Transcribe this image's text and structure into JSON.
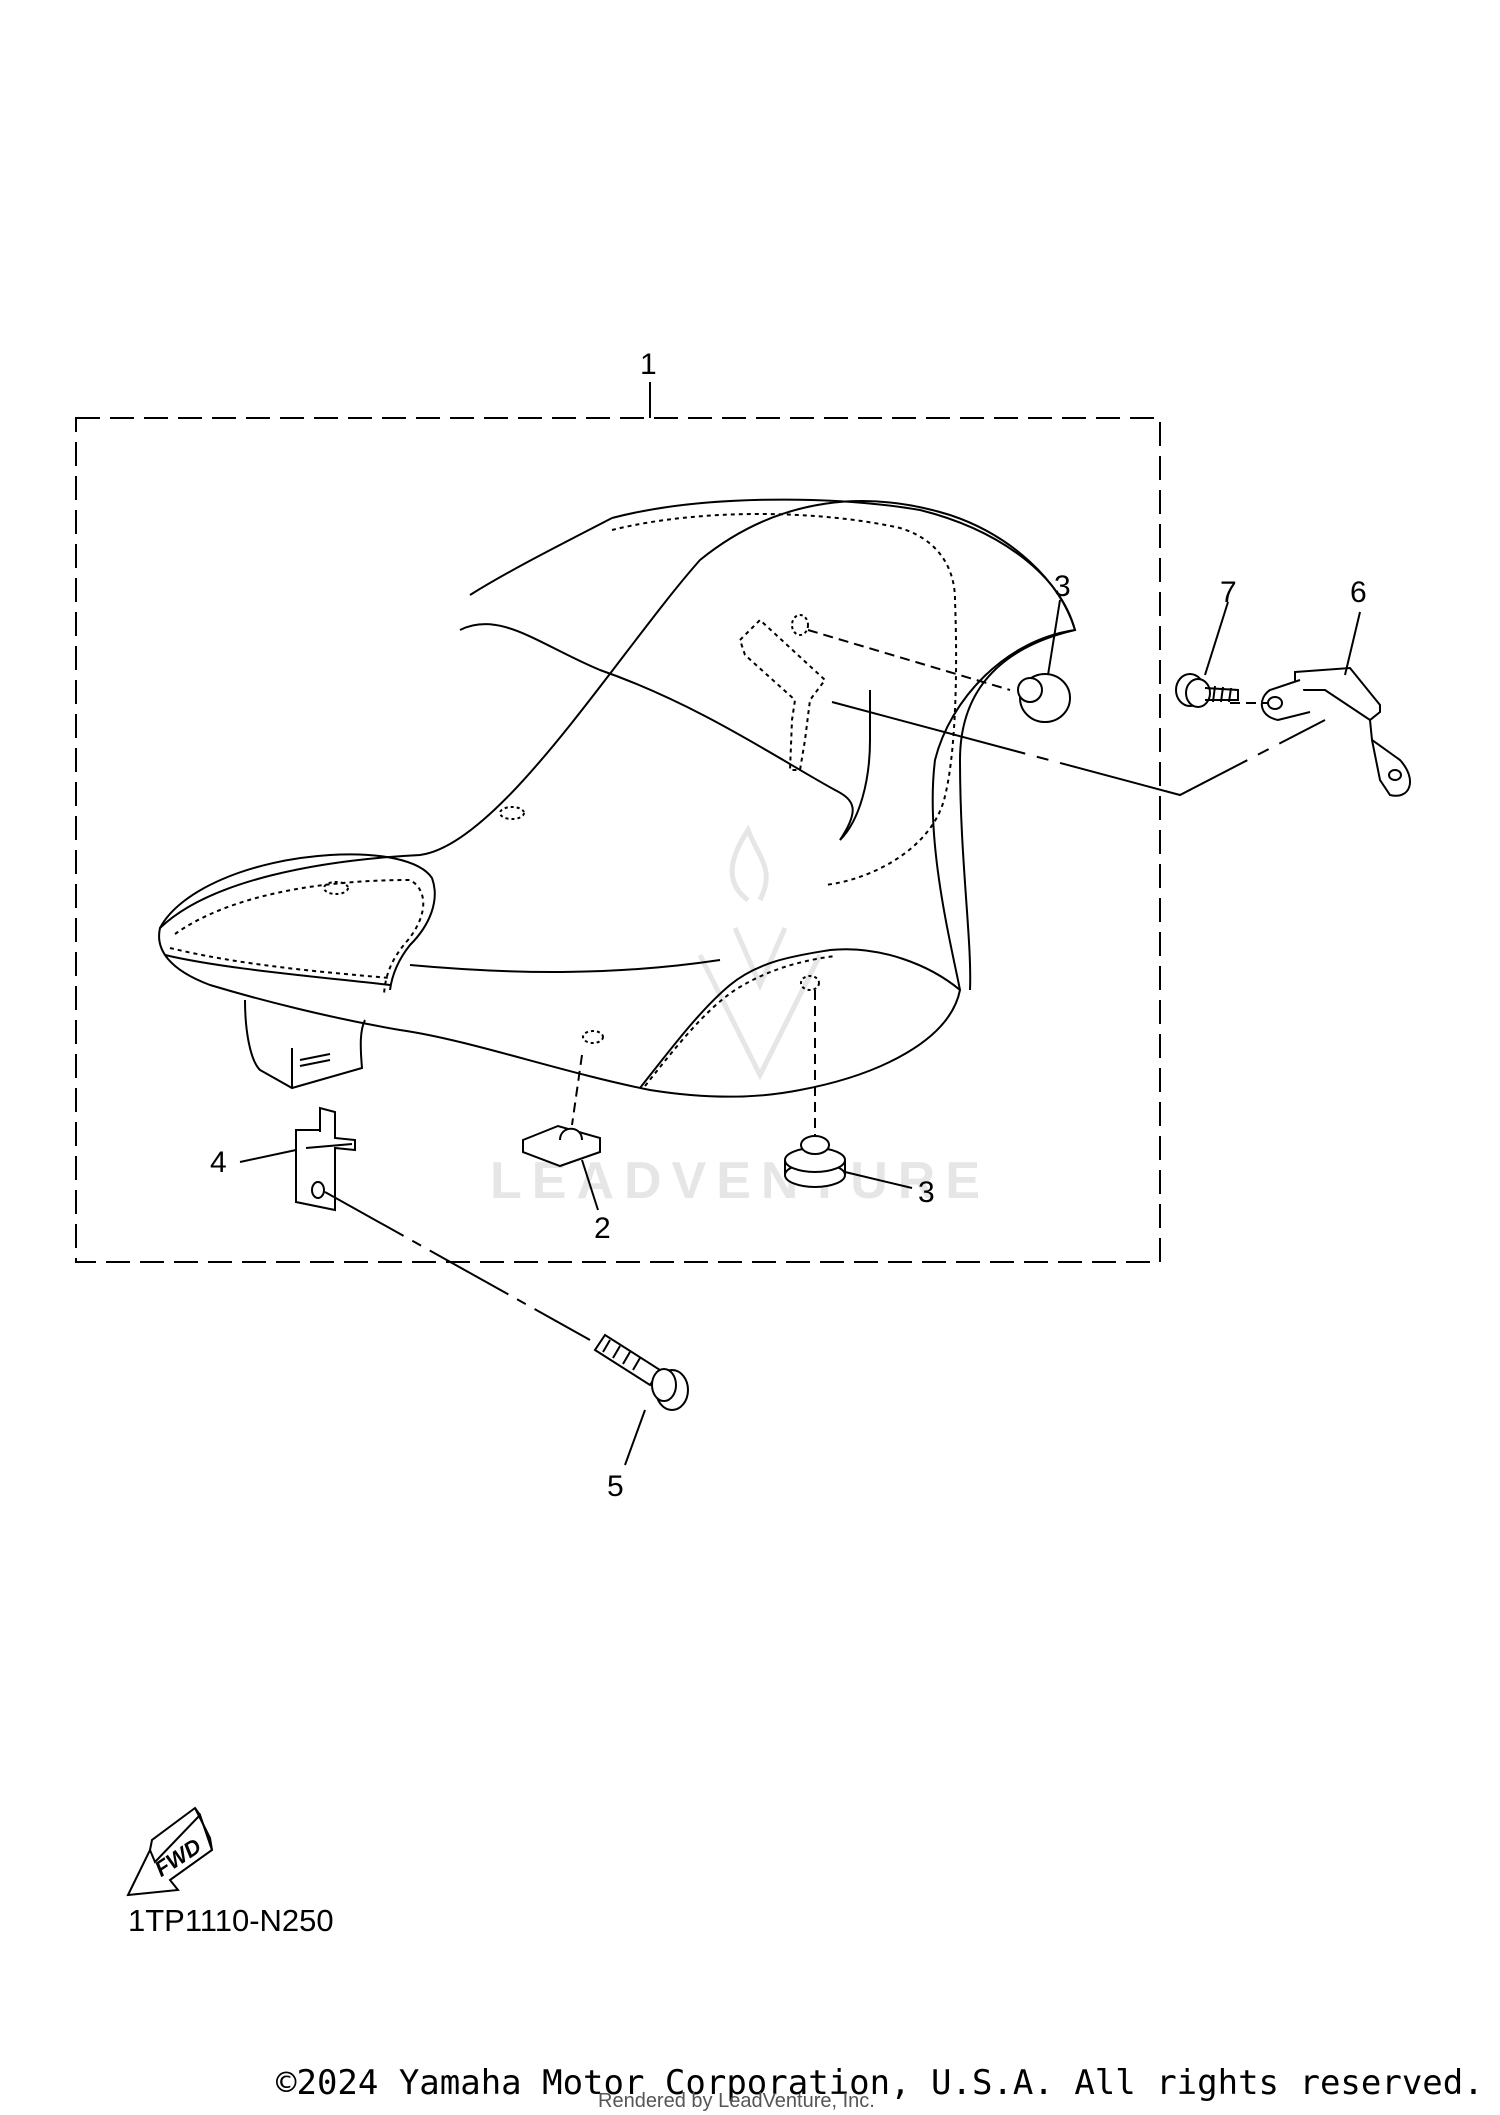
{
  "diagram": {
    "code": "1TP1110-N250",
    "copyright": "©2024 Yamaha Motor Corporation, U.S.A. All rights reserved.",
    "rendered_by": "Rendered by LeadVenture, Inc.",
    "watermark": "LEADVENTURE",
    "fwd_label": "FWD"
  },
  "callouts": {
    "c1": "1",
    "c2": "2",
    "c3a": "3",
    "c3b": "3",
    "c4": "4",
    "c5": "5",
    "c6": "6",
    "c7": "7"
  },
  "colors": {
    "line": "#000000",
    "watermark": "#e6e6e6"
  }
}
